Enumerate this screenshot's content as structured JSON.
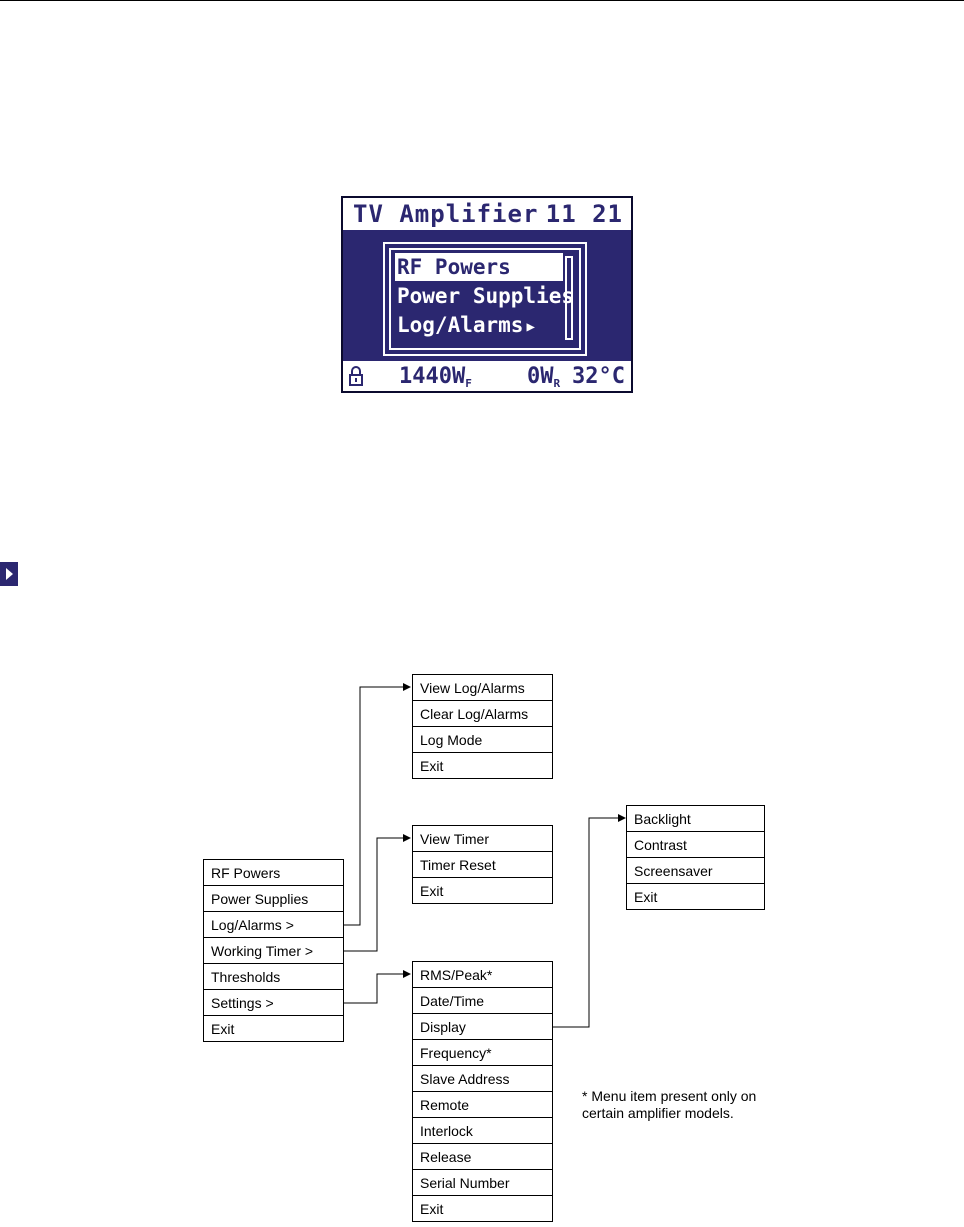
{
  "lcd": {
    "title": "TV Amplifier",
    "time": "11 21",
    "menu_items": [
      {
        "label": "RF Powers",
        "selected": true
      },
      {
        "label": "Power Supplies",
        "selected": false
      },
      {
        "label": "Log/Alarms",
        "selected": false
      }
    ],
    "forward_power": "1440W",
    "forward_sub": "F",
    "reflected_power": "0W",
    "reflected_sub": "R",
    "temperature": "32°C",
    "bg_color": "#2b2770"
  },
  "main_menu": [
    "RF Powers",
    "Power Supplies",
    "Log/Alarms >",
    "Working Timer >",
    "Thresholds",
    "Settings >",
    "Exit"
  ],
  "log_menu": [
    "View Log/Alarms",
    "Clear Log/Alarms",
    "Log Mode",
    "Exit"
  ],
  "timer_menu": [
    "View Timer",
    "Timer Reset",
    "Exit"
  ],
  "settings_menu": [
    "RMS/Peak*",
    "Date/Time",
    "Display",
    "Frequency*",
    "Slave Address",
    "Remote",
    "Interlock",
    "Release",
    "Serial Number",
    "Exit"
  ],
  "display_menu": [
    "Backlight",
    "Contrast",
    "Screensaver",
    "Exit"
  ],
  "footnote": "* Menu item present only on certain amplifier models."
}
